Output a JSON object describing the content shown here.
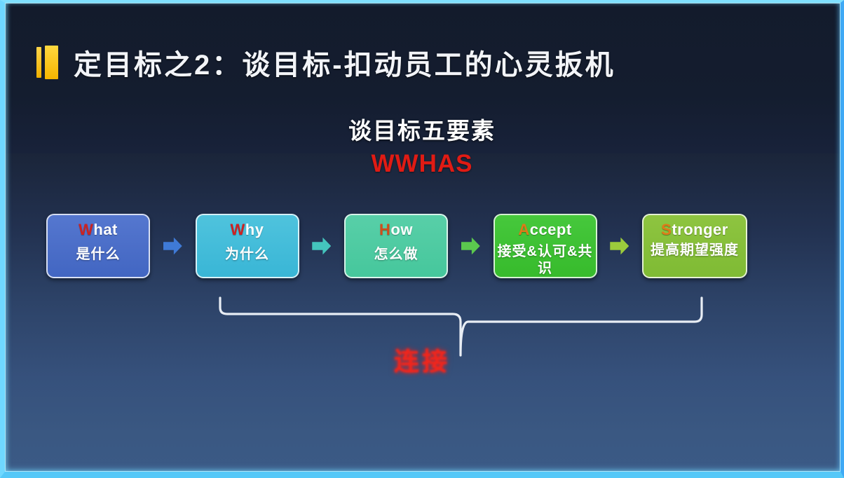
{
  "slide": {
    "title": "定目标之2：谈目标-扣动员工的心灵扳机",
    "title_marker_icon": "yellow-double-bar-icon",
    "subtitle_cn": "谈目标五要素",
    "subtitle_en": "WWHAS",
    "background_colors": {
      "top": "#141c2e",
      "bottom": "#3b5a86",
      "frame_glow": "#6fd8ff"
    }
  },
  "flow": {
    "nodes": [
      {
        "en_cap": "W",
        "en_rest": "hat",
        "cn": "是什么",
        "color": "#4a6bc9",
        "cap_color": "#cc2222"
      },
      {
        "en_cap": "W",
        "en_rest": "hy",
        "cn": "为什么",
        "color": "#44bcd8",
        "cap_color": "#cc2222"
      },
      {
        "en_cap": "H",
        "en_rest": "ow",
        "cn": "怎么做",
        "color": "#4ecba0",
        "cap_color": "#d14d1a"
      },
      {
        "en_cap": "A",
        "en_rest": "ccept",
        "cn": "接受&认可&共识",
        "color": "#3ec234",
        "cap_color": "#e07a18"
      },
      {
        "en_cap": "S",
        "en_rest": "tronger",
        "cn": "提高期望强度",
        "color": "#86bf3a",
        "cap_color": "#e07a18"
      }
    ],
    "arrows": [
      {
        "icon": "arrow-right-icon",
        "color": "#3f7ad6"
      },
      {
        "icon": "arrow-right-icon",
        "color": "#44c4bd"
      },
      {
        "icon": "arrow-right-icon",
        "color": "#5bc84e"
      },
      {
        "icon": "arrow-right-icon",
        "color": "#9ccb3c"
      }
    ]
  },
  "brace": {
    "icon": "curly-brace-icon",
    "color": "#e8edf4",
    "caption": "连接"
  }
}
